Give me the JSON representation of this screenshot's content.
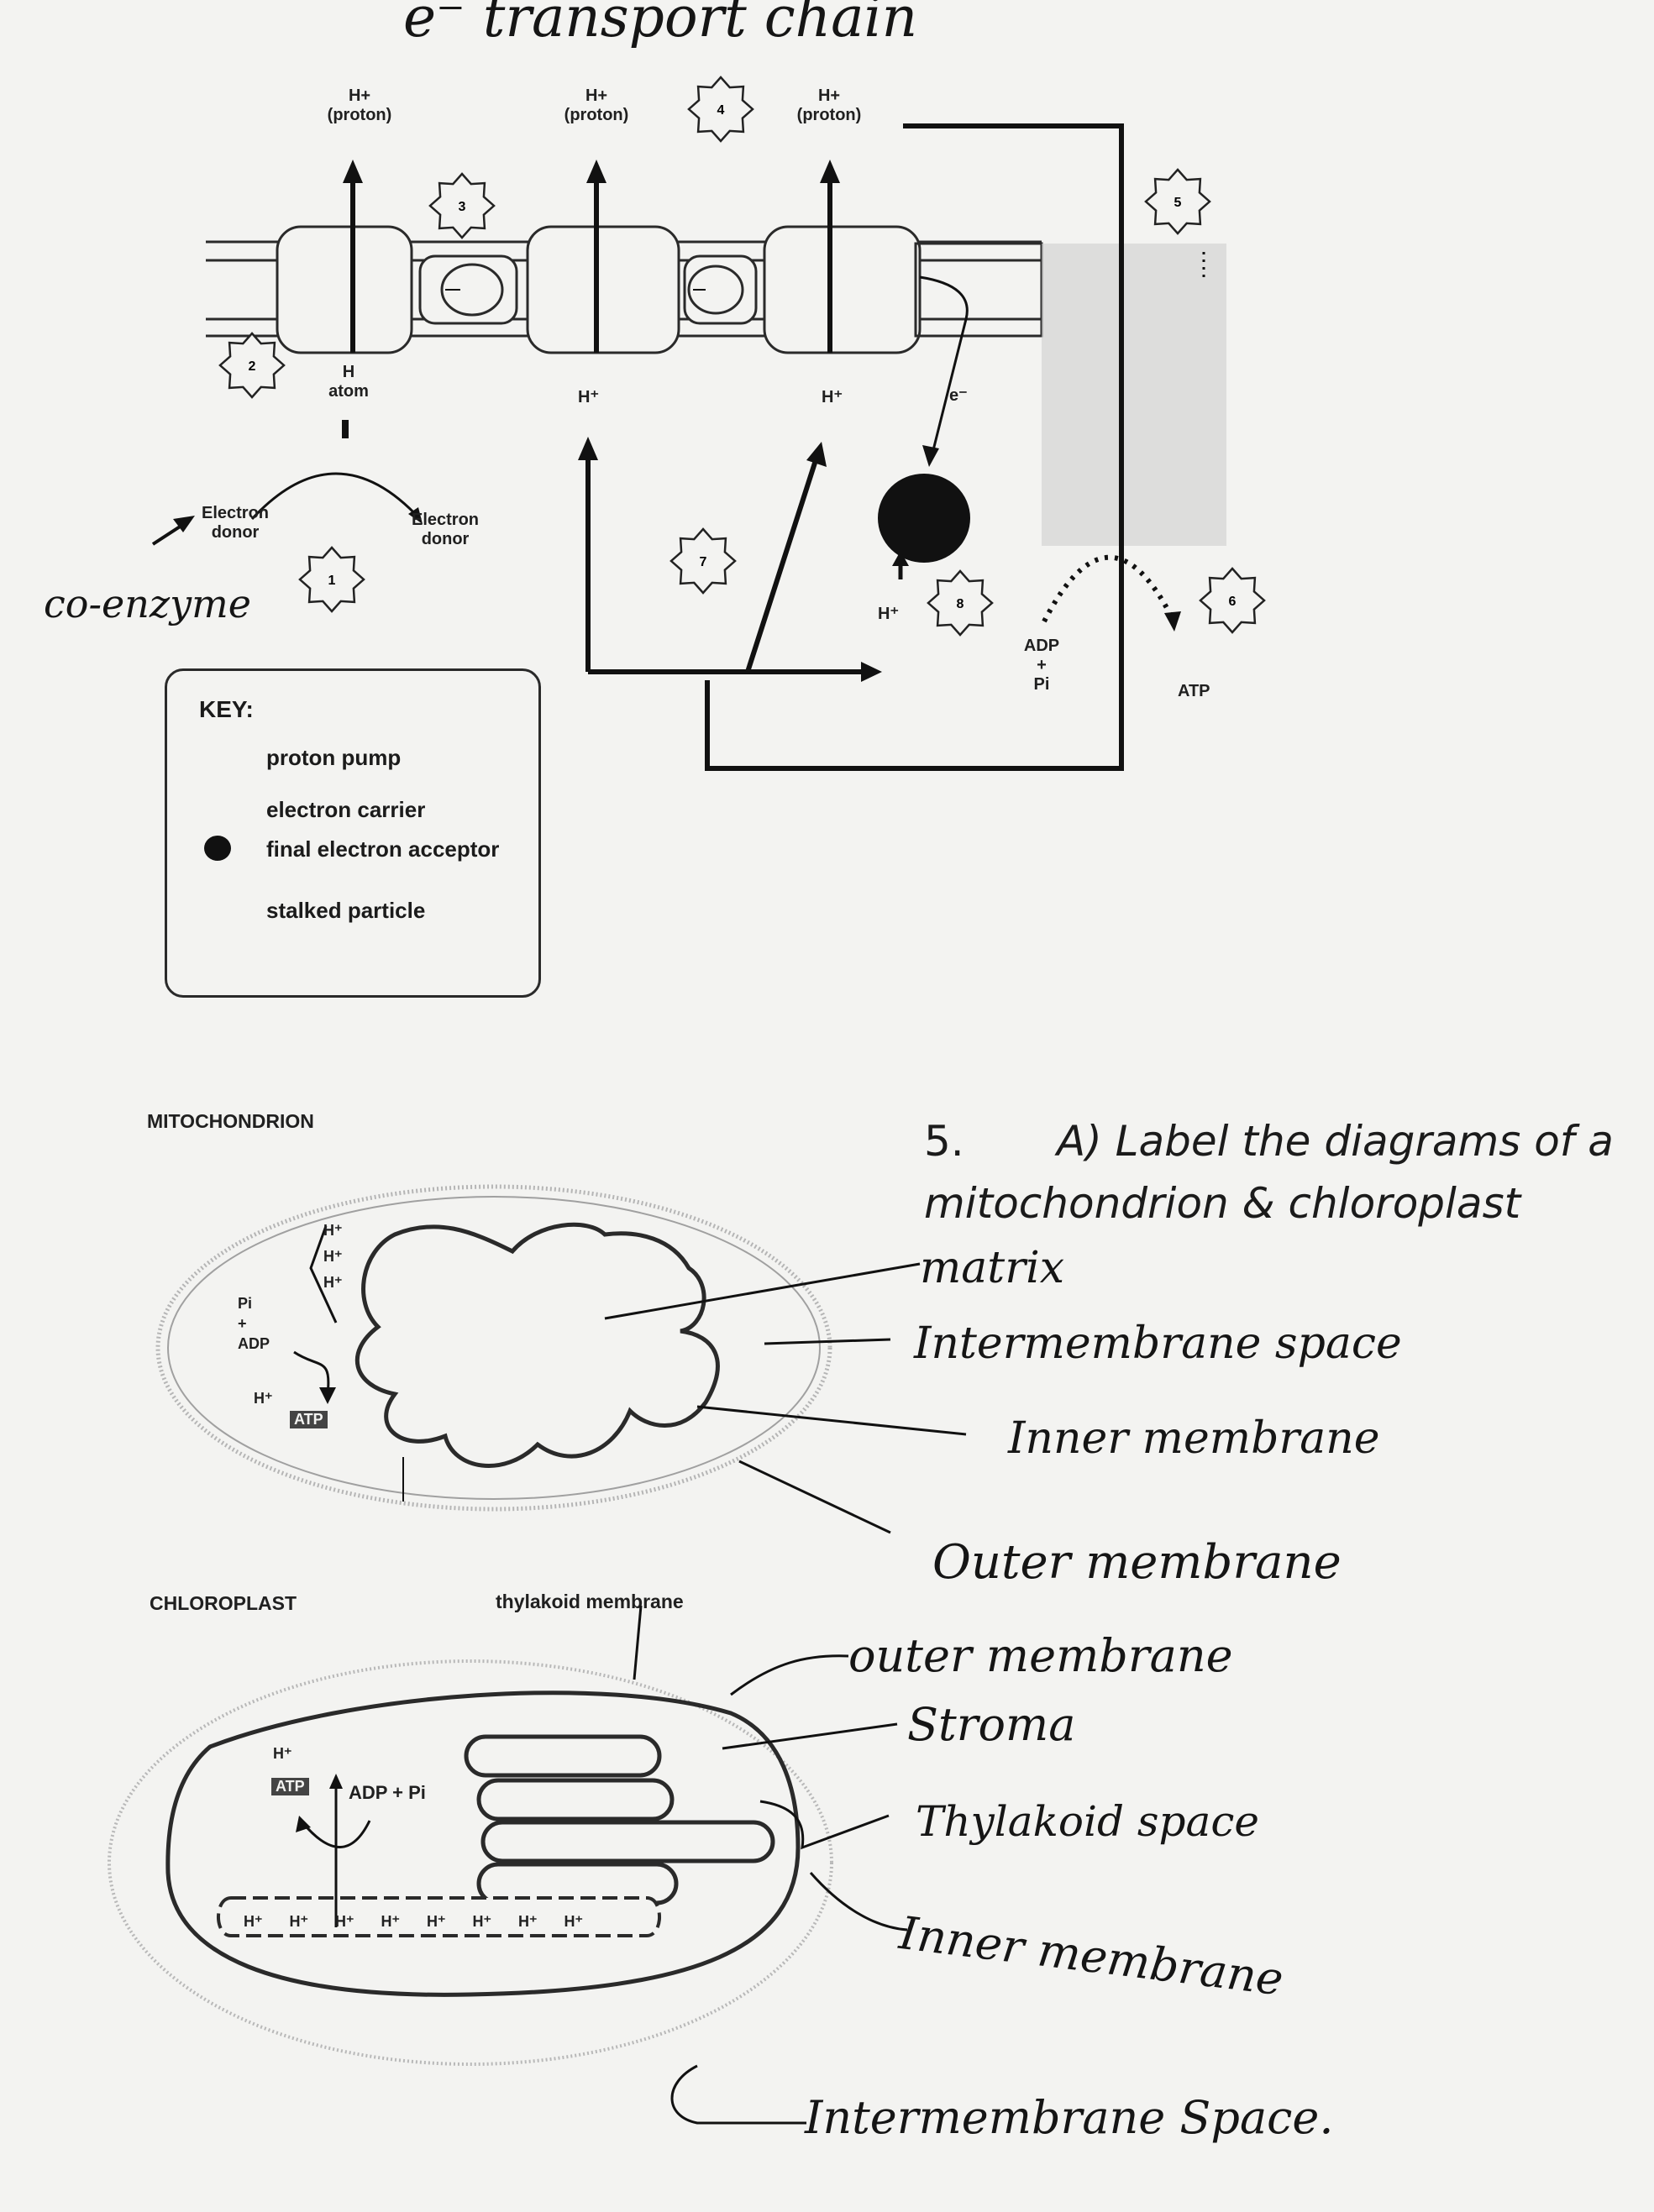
{
  "title": "e⁻ transport chain",
  "etc": {
    "proton_labels": [
      {
        "h": "H+",
        "p": "(proton)"
      },
      {
        "h": "H+",
        "p": "(proton)"
      },
      {
        "h": "H+",
        "p": "(proton)"
      }
    ],
    "h_atom": {
      "h": "H",
      "a": "atom"
    },
    "electron_donor_left": [
      "Electron",
      "donor"
    ],
    "electron_donor_right": [
      "Electron",
      "donor"
    ],
    "coenzyme": "co-enzyme",
    "star_numbers": [
      "1",
      "2",
      "3",
      "4",
      "5",
      "6",
      "7",
      "8"
    ],
    "h_plus_small": "H⁺",
    "electron_symbol": "e⁻",
    "adp": "ADP",
    "plus": "+",
    "pi": "Pi",
    "atp": "ATP"
  },
  "key": {
    "title": "KEY:",
    "items": [
      "proton pump",
      "electron carrier",
      "final electron acceptor",
      "stalked particle"
    ]
  },
  "question": {
    "number": "5.",
    "line1": "A) Label the diagrams of a",
    "line2": "mitochondrion & chloroplast"
  },
  "mitochondrion": {
    "title": "MITOCHONDRION",
    "labels": [
      "matrix",
      "Intermembrane space",
      "Inner membrane",
      "Outer membrane"
    ],
    "inner_text": {
      "pi": "Pi",
      "plus": "+",
      "adp": "ADP",
      "h": "H⁺",
      "atp": "ATP"
    }
  },
  "chloroplast": {
    "title": "CHLOROPLAST",
    "thylakoid_label": "thylakoid membrane",
    "labels": [
      "outer membrane",
      "Stroma",
      "Thylakoid space",
      "Inner membrane",
      "Intermembrane Space."
    ],
    "inner_text": {
      "atp": "ATP",
      "adp_pi": "ADP + Pi",
      "h": "H⁺"
    }
  }
}
